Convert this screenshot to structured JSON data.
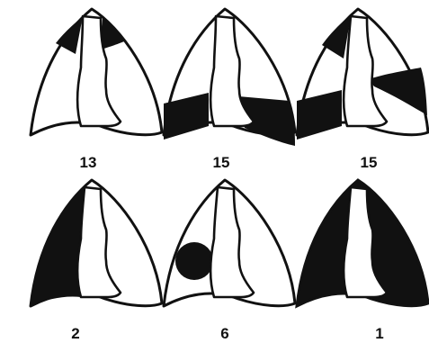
{
  "figure": {
    "panels": [
      {
        "count": "13"
      },
      {
        "count": "15"
      },
      {
        "count": "15"
      },
      {
        "count": "2"
      },
      {
        "count": "6"
      },
      {
        "count": "1"
      }
    ],
    "colors": {
      "ink": "#111111",
      "background": "#ffffff"
    }
  }
}
